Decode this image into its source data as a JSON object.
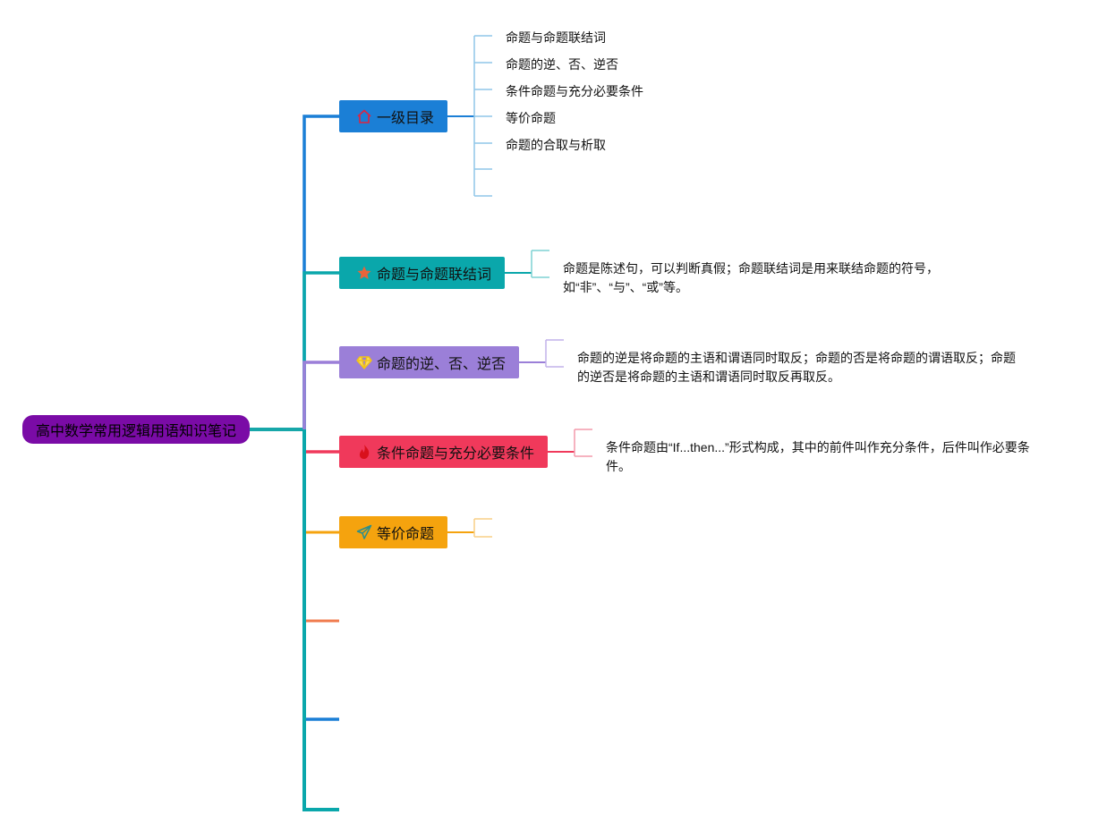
{
  "root": {
    "label": "高中数学常用逻辑用语知识笔记",
    "color": "#7a0ba6"
  },
  "branches": [
    {
      "label": "一级目录",
      "icon": "home-icon",
      "color": "#1b7fd6",
      "children": [
        "命题与命题联结词",
        "命题的逆、否、逆否",
        "条件命题与充分必要条件",
        "等价命题",
        "命题的合取与析取",
        "",
        ""
      ]
    },
    {
      "label": "命题与命题联结词",
      "icon": "star-icon",
      "color": "#0aa7ab",
      "note": "命题是陈述句，可以判断真假；命题联结词是用来联结命题的符号，如“非”、“与”、“或”等。"
    },
    {
      "label": "命题的逆、否、逆否",
      "icon": "diamond-icon",
      "color": "#9b7fd8",
      "note": "命题的逆是将命题的主语和谓语同时取反；命题的否是将命题的谓语取反；命题的逆否是将命题的主语和谓语同时取反再取反。"
    },
    {
      "label": "条件命题与充分必要条件",
      "icon": "fire-icon",
      "color": "#f0395b",
      "note": "条件命题由“If...then...”形式构成，其中的前件叫作充分条件，后件叫作必要条件。"
    },
    {
      "label": "等价命题",
      "icon": "paper-plane-icon",
      "color": "#f5a30e",
      "note": ""
    }
  ],
  "empty_branch_colors": [
    "#f07b4e",
    "#1b7fd6",
    "#0aa7ab"
  ]
}
